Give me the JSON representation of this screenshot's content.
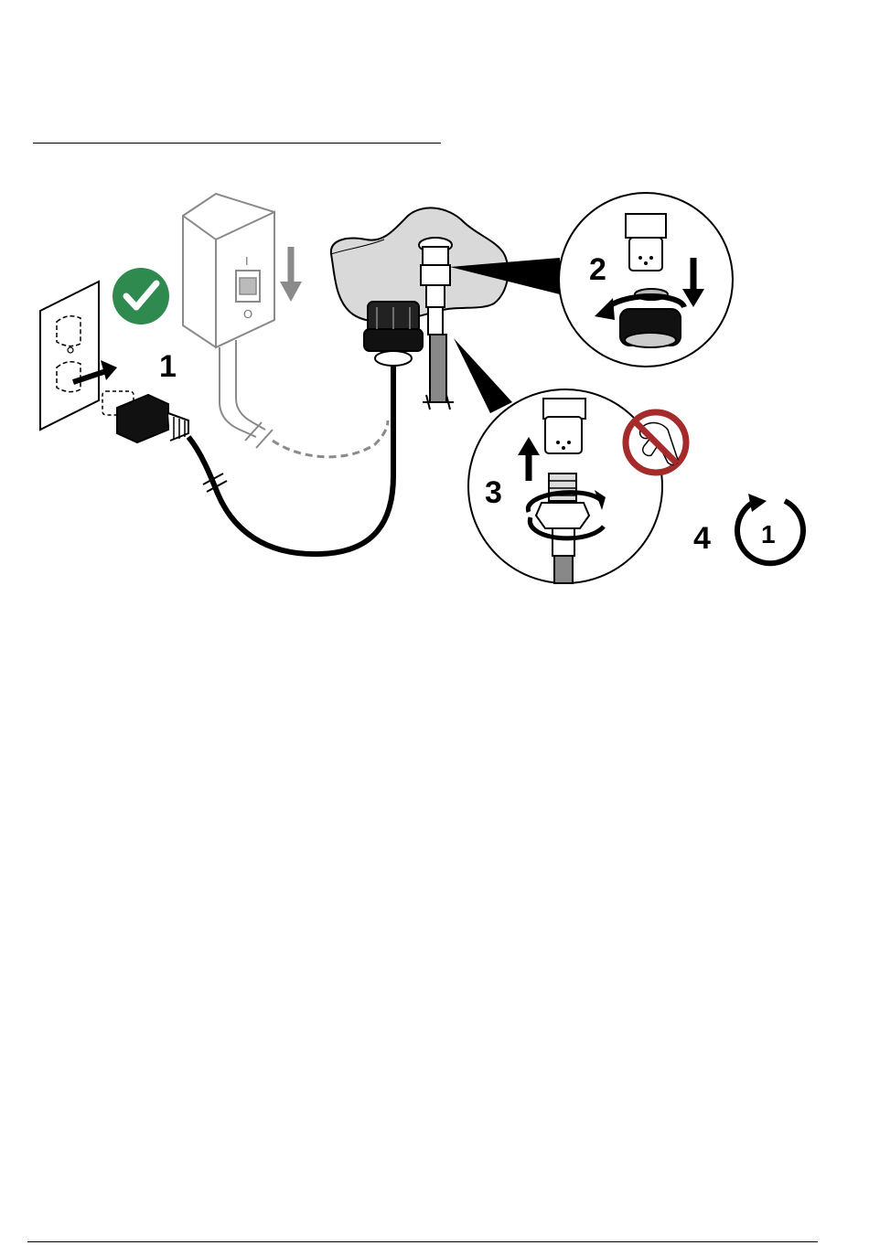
{
  "steps": {
    "step1": "1",
    "step2": "2",
    "step3": "3",
    "step4": "4"
  },
  "switch_labels": {
    "on": "I",
    "off": "O"
  },
  "timer": {
    "value": "1",
    "icon": "timer-refresh-icon"
  },
  "icons": {
    "check": "check-circle-icon",
    "no_tool": "no-tool-icon"
  },
  "colors": {
    "check_green": "#2f8a4f",
    "prohibit_red": "#a52a2a",
    "gray": "#8a8a8a",
    "plate": "#d9d9d9"
  }
}
